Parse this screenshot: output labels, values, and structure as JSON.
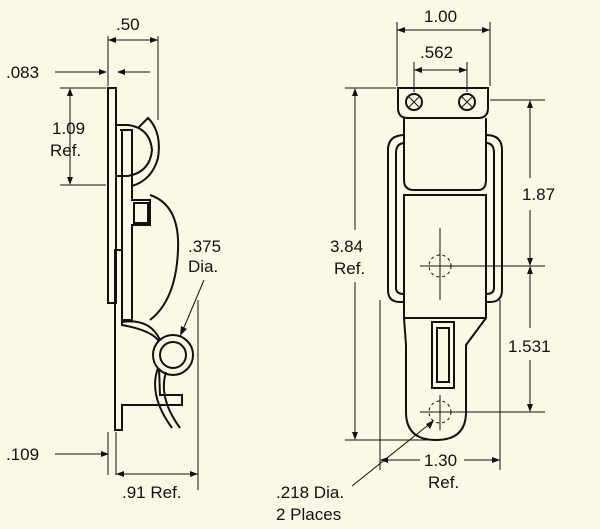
{
  "colors": {
    "background": "#fbf8e6",
    "ink": "#111111"
  },
  "side_view": {
    "dim_width_top": ".50",
    "dim_thickness": ".083",
    "dim_hook_height": "1.09",
    "dim_hook_height_ref": "Ref.",
    "dim_pivot_dia": ".375",
    "dim_pivot_dia_label": "Dia.",
    "dim_base_thickness": ".109",
    "dim_depth": ".91 Ref."
  },
  "front_view": {
    "dim_overall_width": "1.00",
    "dim_hole_spacing": ".562",
    "dim_overall_height": "3.84",
    "dim_overall_height_ref": "Ref.",
    "dim_upper": "1.87",
    "dim_lower": "1.531",
    "dim_base_width": "1.30",
    "dim_base_width_ref": "Ref.",
    "dim_hole_dia": ".218 Dia.",
    "dim_hole_count": "2 Places"
  }
}
